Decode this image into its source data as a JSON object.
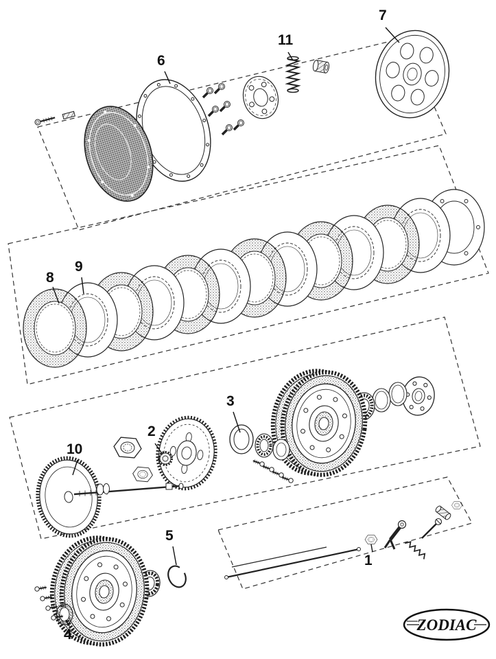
{
  "parts": {
    "1": "1",
    "2": "2",
    "3": "3",
    "4": "4",
    "5": "5",
    "6": "6",
    "7": "7",
    "8": "8",
    "9": "9",
    "10": "10",
    "11": "11"
  },
  "logo": {
    "text": "ZODIAC"
  },
  "colors": {
    "ink": "#1a1a1a",
    "background": "#ffffff"
  }
}
